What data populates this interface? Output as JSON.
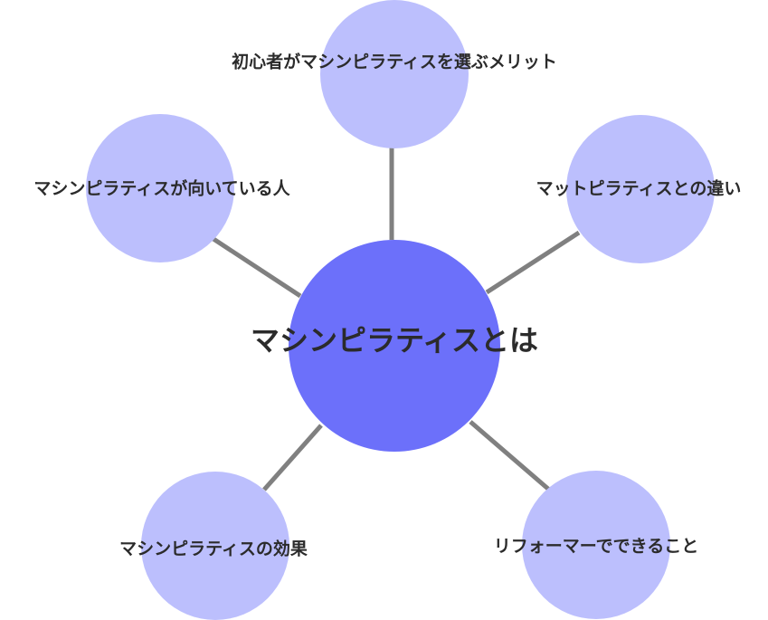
{
  "colors": {
    "center_fill": "#6c70fa",
    "satellite_fill": "#bcbffd",
    "edge": "#808080",
    "text": "#2b2b2b"
  },
  "center": {
    "label": "マシンピラティスとは"
  },
  "topics": [
    {
      "id": "beginner-merits",
      "label": "初心者がマシンピラティスを選ぶメリット"
    },
    {
      "id": "mat-difference",
      "label": "マットピラティスとの違い"
    },
    {
      "id": "reformer",
      "label": "リフォーマーでできること"
    },
    {
      "id": "effects",
      "label": "マシンピラティスの効果"
    },
    {
      "id": "suitable-people",
      "label": "マシンピラティスが向いている人"
    }
  ]
}
